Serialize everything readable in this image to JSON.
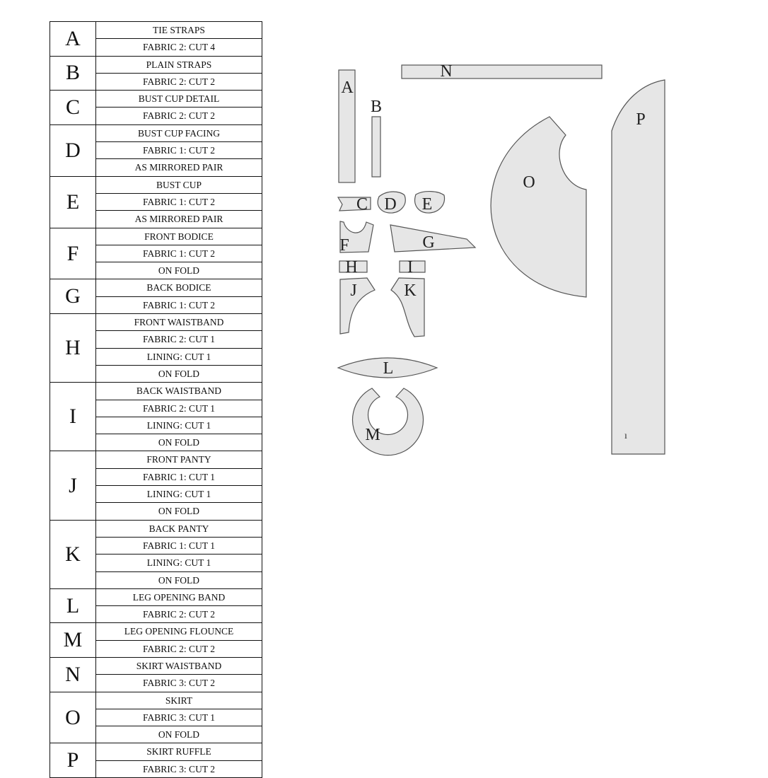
{
  "table": [
    {
      "letter": "A",
      "lines": [
        "TIE STRAPS",
        "FABRIC 2: CUT 4"
      ]
    },
    {
      "letter": "B",
      "lines": [
        "PLAIN STRAPS",
        "FABRIC 2: CUT 2"
      ]
    },
    {
      "letter": "C",
      "lines": [
        "BUST CUP DETAIL",
        "FABRIC 2: CUT 2"
      ]
    },
    {
      "letter": "D",
      "lines": [
        "BUST CUP FACING",
        "FABRIC 1: CUT 2",
        "AS MIRRORED PAIR"
      ]
    },
    {
      "letter": "E",
      "lines": [
        "BUST CUP",
        "FABRIC 1: CUT 2",
        "AS MIRRORED PAIR"
      ]
    },
    {
      "letter": "F",
      "lines": [
        "FRONT BODICE",
        "FABRIC 1: CUT 2",
        "ON FOLD"
      ]
    },
    {
      "letter": "G",
      "lines": [
        "BACK BODICE",
        "FABRIC 1: CUT 2"
      ]
    },
    {
      "letter": "H",
      "lines": [
        "FRONT WAISTBAND",
        "FABRIC 2: CUT 1",
        "LINING: CUT 1",
        "ON FOLD"
      ]
    },
    {
      "letter": "I",
      "lines": [
        "BACK WAISTBAND",
        "FABRIC 2: CUT 1",
        "LINING: CUT 1",
        "ON FOLD"
      ]
    },
    {
      "letter": "J",
      "lines": [
        "FRONT PANTY",
        "FABRIC 1: CUT 1",
        "LINING: CUT 1",
        "ON FOLD"
      ]
    },
    {
      "letter": "K",
      "lines": [
        "BACK PANTY",
        "FABRIC 1: CUT 1",
        "LINING: CUT 1",
        "ON FOLD"
      ]
    },
    {
      "letter": "L",
      "lines": [
        "LEG OPENING BAND",
        "FABRIC 2: CUT 2"
      ]
    },
    {
      "letter": "M",
      "lines": [
        "LEG OPENING FLOUNCE",
        "FABRIC 2: CUT 2"
      ]
    },
    {
      "letter": "N",
      "lines": [
        "SKIRT WAISTBAND",
        "FABRIC 3: CUT 2"
      ]
    },
    {
      "letter": "O",
      "lines": [
        "SKIRT",
        "FABRIC 3: CUT 1",
        "ON FOLD"
      ]
    },
    {
      "letter": "P",
      "lines": [
        "SKIRT RUFFLE",
        "FABRIC 3: CUT 2"
      ]
    }
  ],
  "pieces": {
    "A": "A",
    "B": "B",
    "C": "C",
    "D": "D",
    "E": "E",
    "F": "F",
    "G": "G",
    "H": "H",
    "I": "I",
    "J": "J",
    "K": "K",
    "L": "L",
    "M": "M",
    "N": "N",
    "O": "O",
    "P": "P"
  }
}
